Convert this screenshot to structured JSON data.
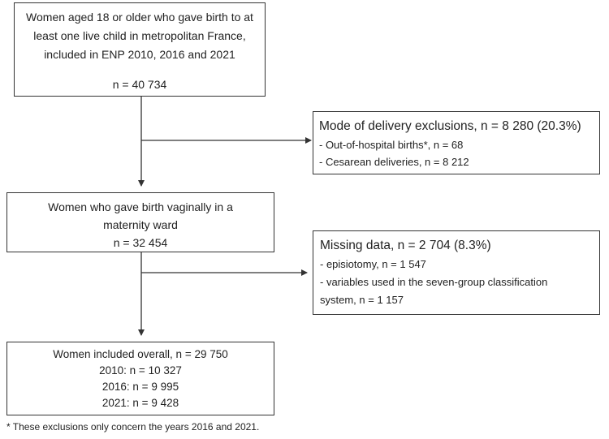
{
  "boxes": {
    "start": {
      "lines": [
        "Women aged 18 or older who gave birth to at",
        "least one live child in metropolitan France,",
        "included in ENP 2010, 2016 and 2021"
      ],
      "count": "n = 40 734"
    },
    "exclusion_mode": {
      "title": "Mode of delivery exclusions, n = 8 280 (20.3%)",
      "items": [
        "- Out-of-hospital births*, n = 68",
        "- Cesarean deliveries, n = 8 212"
      ]
    },
    "vaginal": {
      "lines": [
        "Women who gave birth vaginally in a",
        "maternity ward"
      ],
      "count": "n = 32 454"
    },
    "missing": {
      "title": "Missing data, n = 2 704 (8.3%)",
      "items": [
        "- episiotomy, n = 1 547",
        "- variables used in the seven-group classification",
        "system, n = 1 157"
      ]
    },
    "included": {
      "lines": [
        "Women included overall, n = 29 750",
        "2010: n = 10 327",
        "2016: n = 9 995",
        "2021: n = 9 428"
      ]
    }
  },
  "footnote": "* These exclusions only concern the years 2016 and 2021."
}
